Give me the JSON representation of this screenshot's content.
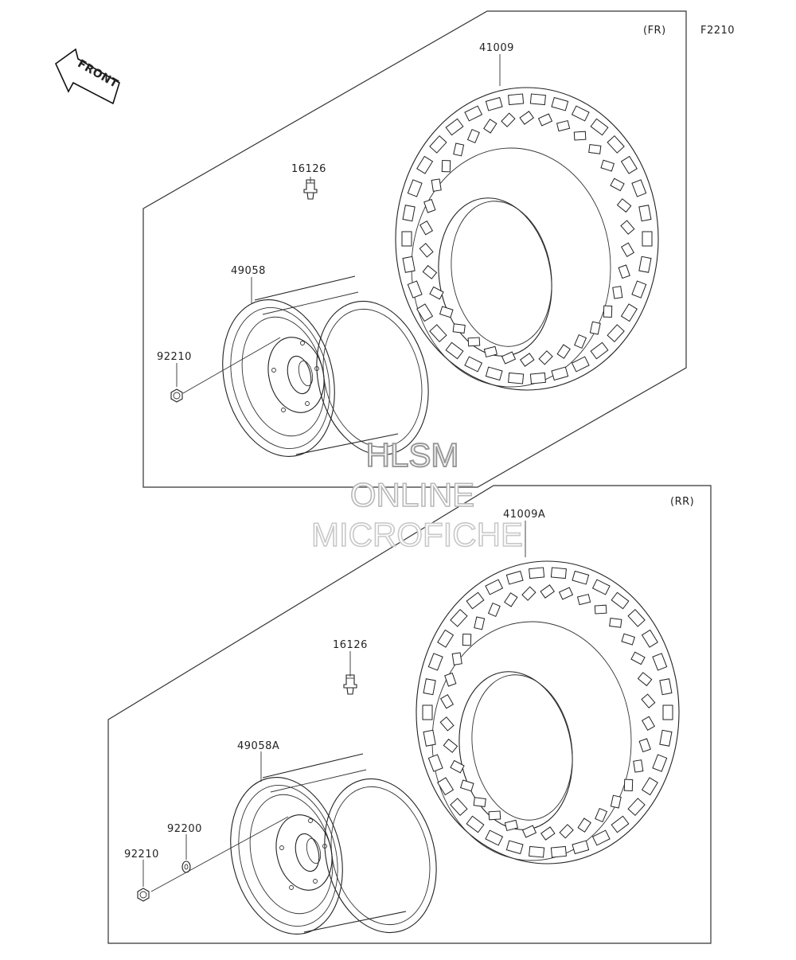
{
  "diagram": {
    "code": "F2210",
    "front_arrow_label": "FRONT",
    "sections": [
      {
        "id": "front",
        "label": "(FR)"
      },
      {
        "id": "rear",
        "label": "(RR)"
      }
    ],
    "parts": {
      "front_tire": "41009",
      "front_valve": "16126",
      "front_wheel": "49058",
      "front_nut": "92210",
      "rear_tire": "41009A",
      "rear_valve": "16126",
      "rear_wheel": "49058A",
      "rear_washer": "92200",
      "rear_nut": "92210"
    }
  },
  "watermark": {
    "line1": "HLSM",
    "line2": "ONLINE",
    "line3": "MICROFICHE"
  }
}
